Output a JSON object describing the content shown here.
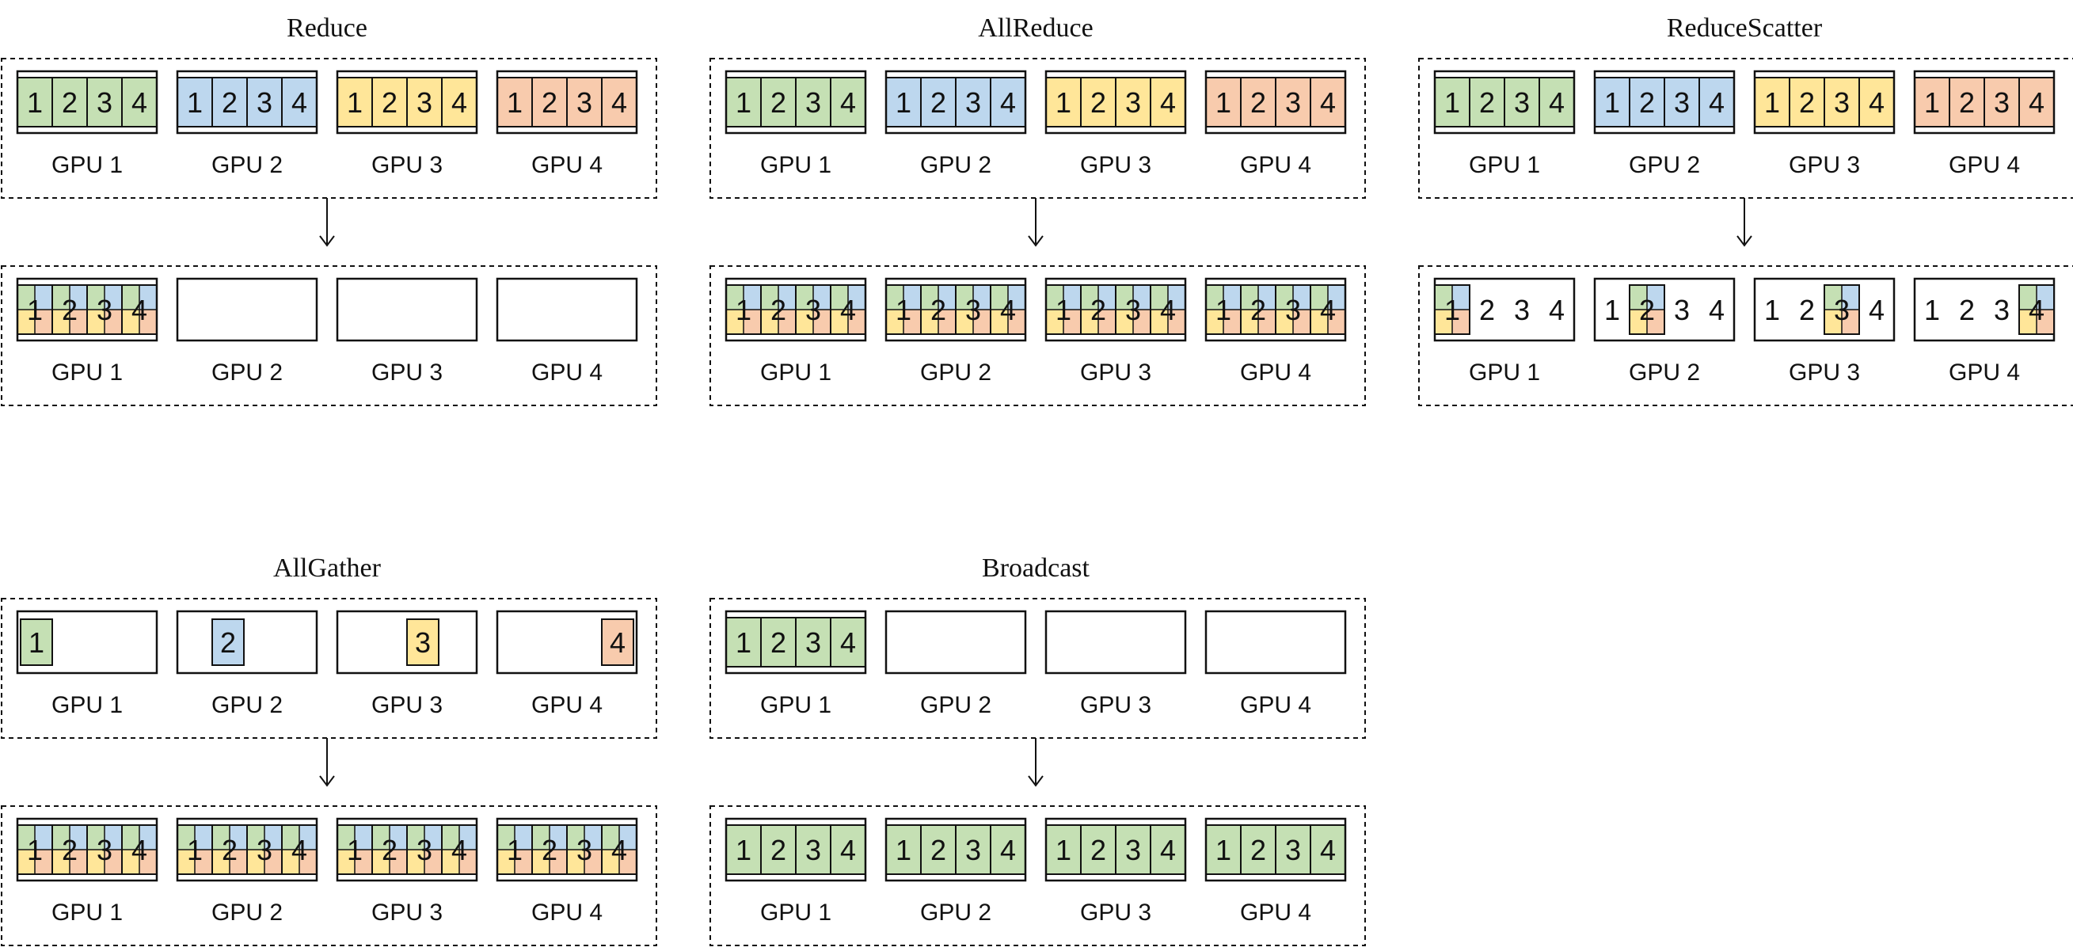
{
  "colors": {
    "green": "#c5e0b4",
    "blue": "#bdd7ee",
    "yellow": "#ffe699",
    "orange": "#f8cbad",
    "stroke": "#111111"
  },
  "diagrams": [
    {
      "title": "Reduce",
      "before": [
        {
          "label": "GPU 1",
          "kind": "full",
          "colors": [
            "green"
          ],
          "nums": [
            "1",
            "2",
            "3",
            "4"
          ]
        },
        {
          "label": "GPU 2",
          "kind": "full",
          "colors": [
            "blue"
          ],
          "nums": [
            "1",
            "2",
            "3",
            "4"
          ]
        },
        {
          "label": "GPU 3",
          "kind": "full",
          "colors": [
            "yellow"
          ],
          "nums": [
            "1",
            "2",
            "3",
            "4"
          ]
        },
        {
          "label": "GPU 4",
          "kind": "full",
          "colors": [
            "orange"
          ],
          "nums": [
            "1",
            "2",
            "3",
            "4"
          ]
        }
      ],
      "after": [
        {
          "label": "GPU 1",
          "kind": "full",
          "colors": [
            "blue",
            "green",
            "yellow",
            "orange"
          ],
          "nums": [
            "1",
            "2",
            "3",
            "4"
          ]
        },
        {
          "label": "GPU 2",
          "kind": "empty"
        },
        {
          "label": "GPU 3",
          "kind": "empty"
        },
        {
          "label": "GPU 4",
          "kind": "empty"
        }
      ]
    },
    {
      "title": "AllReduce",
      "before": [
        {
          "label": "GPU 1",
          "kind": "full",
          "colors": [
            "green"
          ],
          "nums": [
            "1",
            "2",
            "3",
            "4"
          ]
        },
        {
          "label": "GPU 2",
          "kind": "full",
          "colors": [
            "blue"
          ],
          "nums": [
            "1",
            "2",
            "3",
            "4"
          ]
        },
        {
          "label": "GPU 3",
          "kind": "full",
          "colors": [
            "yellow"
          ],
          "nums": [
            "1",
            "2",
            "3",
            "4"
          ]
        },
        {
          "label": "GPU 4",
          "kind": "full",
          "colors": [
            "orange"
          ],
          "nums": [
            "1",
            "2",
            "3",
            "4"
          ]
        }
      ],
      "after": [
        {
          "label": "GPU 1",
          "kind": "full",
          "colors": [
            "blue",
            "green",
            "yellow",
            "orange"
          ],
          "nums": [
            "1",
            "2",
            "3",
            "4"
          ]
        },
        {
          "label": "GPU 2",
          "kind": "full",
          "colors": [
            "blue",
            "green",
            "yellow",
            "orange"
          ],
          "nums": [
            "1",
            "2",
            "3",
            "4"
          ]
        },
        {
          "label": "GPU 3",
          "kind": "full",
          "colors": [
            "blue",
            "green",
            "yellow",
            "orange"
          ],
          "nums": [
            "1",
            "2",
            "3",
            "4"
          ]
        },
        {
          "label": "GPU 4",
          "kind": "full",
          "colors": [
            "blue",
            "green",
            "yellow",
            "orange"
          ],
          "nums": [
            "1",
            "2",
            "3",
            "4"
          ]
        }
      ]
    },
    {
      "title": "ReduceScatter",
      "before": [
        {
          "label": "GPU 1",
          "kind": "full",
          "colors": [
            "green"
          ],
          "nums": [
            "1",
            "2",
            "3",
            "4"
          ]
        },
        {
          "label": "GPU 2",
          "kind": "full",
          "colors": [
            "blue"
          ],
          "nums": [
            "1",
            "2",
            "3",
            "4"
          ]
        },
        {
          "label": "GPU 3",
          "kind": "full",
          "colors": [
            "yellow"
          ],
          "nums": [
            "1",
            "2",
            "3",
            "4"
          ]
        },
        {
          "label": "GPU 4",
          "kind": "full",
          "colors": [
            "orange"
          ],
          "nums": [
            "1",
            "2",
            "3",
            "4"
          ]
        }
      ],
      "after": [
        {
          "label": "GPU 1",
          "kind": "scatter",
          "slot": 0,
          "colors": [
            "blue",
            "green",
            "yellow",
            "orange"
          ],
          "nums": [
            "1",
            "2",
            "3",
            "4"
          ]
        },
        {
          "label": "GPU 2",
          "kind": "scatter",
          "slot": 1,
          "colors": [
            "blue",
            "green",
            "yellow",
            "orange"
          ],
          "nums": [
            "1",
            "2",
            "3",
            "4"
          ]
        },
        {
          "label": "GPU 3",
          "kind": "scatter",
          "slot": 2,
          "colors": [
            "blue",
            "green",
            "yellow",
            "orange"
          ],
          "nums": [
            "1",
            "2",
            "3",
            "4"
          ]
        },
        {
          "label": "GPU 4",
          "kind": "scatter",
          "slot": 3,
          "colors": [
            "blue",
            "green",
            "yellow",
            "orange"
          ],
          "nums": [
            "1",
            "2",
            "3",
            "4"
          ]
        }
      ]
    },
    {
      "title": "AllGather",
      "before": [
        {
          "label": "GPU 1",
          "kind": "single",
          "slot": 0,
          "colors": [
            "green"
          ],
          "nums": [
            "1"
          ]
        },
        {
          "label": "GPU 2",
          "kind": "single",
          "slot": 1,
          "colors": [
            "blue"
          ],
          "nums": [
            "2"
          ]
        },
        {
          "label": "GPU 3",
          "kind": "single",
          "slot": 2,
          "colors": [
            "yellow"
          ],
          "nums": [
            "3"
          ]
        },
        {
          "label": "GPU 4",
          "kind": "single",
          "slot": 3,
          "colors": [
            "orange"
          ],
          "nums": [
            "4"
          ]
        }
      ],
      "after": [
        {
          "label": "GPU 1",
          "kind": "full",
          "colors": [
            "blue",
            "green",
            "yellow",
            "orange"
          ],
          "nums": [
            "1",
            "2",
            "3",
            "4"
          ]
        },
        {
          "label": "GPU 2",
          "kind": "full",
          "colors": [
            "blue",
            "green",
            "yellow",
            "orange"
          ],
          "nums": [
            "1",
            "2",
            "3",
            "4"
          ]
        },
        {
          "label": "GPU 3",
          "kind": "full",
          "colors": [
            "blue",
            "green",
            "yellow",
            "orange"
          ],
          "nums": [
            "1",
            "2",
            "3",
            "4"
          ]
        },
        {
          "label": "GPU 4",
          "kind": "full",
          "colors": [
            "blue",
            "green",
            "yellow",
            "orange"
          ],
          "nums": [
            "1",
            "2",
            "3",
            "4"
          ]
        }
      ]
    },
    {
      "title": "Broadcast",
      "before": [
        {
          "label": "GPU 1",
          "kind": "full",
          "colors": [
            "green"
          ],
          "nums": [
            "1",
            "2",
            "3",
            "4"
          ]
        },
        {
          "label": "GPU 2",
          "kind": "empty"
        },
        {
          "label": "GPU 3",
          "kind": "empty"
        },
        {
          "label": "GPU 4",
          "kind": "empty"
        }
      ],
      "after": [
        {
          "label": "GPU 1",
          "kind": "full",
          "colors": [
            "green"
          ],
          "nums": [
            "1",
            "2",
            "3",
            "4"
          ]
        },
        {
          "label": "GPU 2",
          "kind": "full",
          "colors": [
            "green"
          ],
          "nums": [
            "1",
            "2",
            "3",
            "4"
          ]
        },
        {
          "label": "GPU 3",
          "kind": "full",
          "colors": [
            "green"
          ],
          "nums": [
            "1",
            "2",
            "3",
            "4"
          ]
        },
        {
          "label": "GPU 4",
          "kind": "full",
          "colors": [
            "green"
          ],
          "nums": [
            "1",
            "2",
            "3",
            "4"
          ]
        }
      ]
    }
  ]
}
